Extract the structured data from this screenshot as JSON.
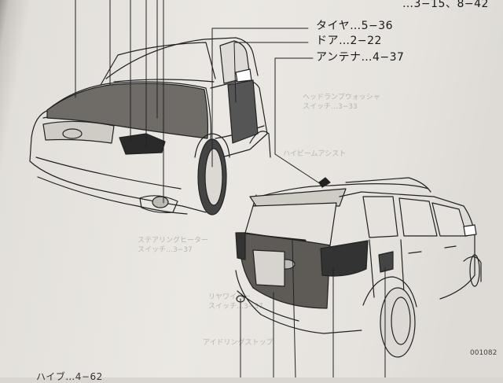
{
  "labels": {
    "top_ref": "…3−15、8−42",
    "tire": "タイヤ…5−36",
    "door": "ドア…2−22",
    "antenna": "アンテナ…4−37"
  },
  "figure_id": "001082",
  "bottom_fragment": "ハイブ…4−62"
}
